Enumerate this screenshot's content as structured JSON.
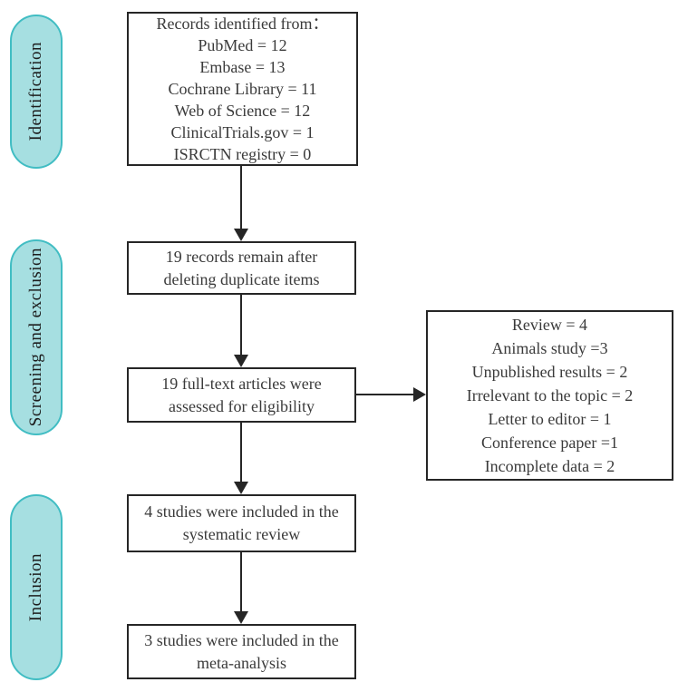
{
  "diagram": {
    "stages": [
      {
        "label": "Identification"
      },
      {
        "label": "Screening and exclusion"
      },
      {
        "label": "Inclusion"
      }
    ],
    "boxes": {
      "records": {
        "lines": [
          "Records identified from：",
          "PubMed = 12",
          "Embase = 13",
          "Cochrane Library = 11",
          "Web of Science = 12",
          "ClinicalTrials.gov = 1",
          "ISRCTN registry = 0"
        ]
      },
      "dedup": {
        "lines": [
          "19 records remain after",
          "deleting duplicate items"
        ]
      },
      "fulltext": {
        "lines": [
          "19 full-text articles were",
          "assessed for eligibility"
        ]
      },
      "excluded": {
        "lines": [
          "Review = 4",
          "Animals study =3",
          "Unpublished results = 2",
          "Irrelevant to the topic = 2",
          "Letter to editor = 1",
          "Conference paper =1",
          "Incomplete data = 2"
        ]
      },
      "systematic": {
        "lines": [
          "4 studies were included in the",
          "systematic review"
        ]
      },
      "meta": {
        "lines": [
          "3 studies were included in the",
          "meta-analysis"
        ]
      }
    },
    "colors": {
      "stage_fill": "#a6dfe1",
      "stage_border": "#41bdc3",
      "box_border": "#262626",
      "arrow": "#262626",
      "text": "#3a3a3a",
      "background": "#ffffff"
    }
  }
}
